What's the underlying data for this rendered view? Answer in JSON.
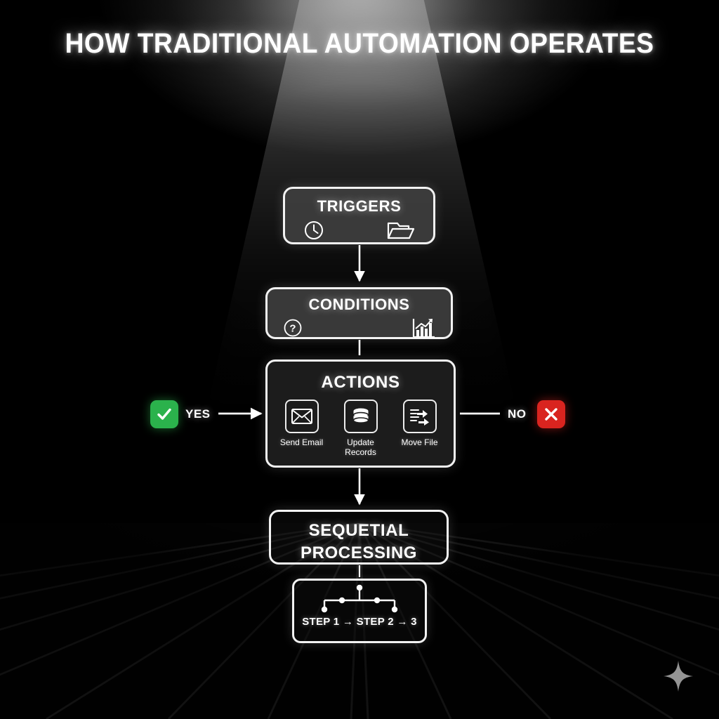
{
  "title": "HOW TRADITIONAL AUTOMATION OPERATES",
  "colors": {
    "background": "#000000",
    "box_border": "#f2f2f2",
    "box_fill": "#3e3e3e",
    "text": "#ffffff",
    "yes_green": "#2bb24c",
    "no_red": "#d9241f",
    "grid_line": "#d8d8d8"
  },
  "flow": {
    "triggers": {
      "label": "TRIGGERS",
      "icons": [
        {
          "name": "clock-icon"
        },
        {
          "name": "folder-icon"
        }
      ]
    },
    "conditions": {
      "label": "CONDITIONS",
      "icons": [
        {
          "name": "question-mark-circle-icon"
        },
        {
          "name": "bar-chart-trend-icon"
        }
      ]
    },
    "actions": {
      "label": "ACTIONS",
      "items": [
        {
          "label": "Send Email",
          "icon": "envelope-icon"
        },
        {
          "label": "Update Records",
          "icon": "database-icon"
        },
        {
          "label": "Move File",
          "icon": "move-file-arrow-icon"
        }
      ]
    },
    "sequential": {
      "line1": "SEQUETIAL",
      "line2": "PROCESSING"
    },
    "steps": {
      "text": "STEP 1  →  STEP 2 → 3",
      "nodes_count": 5
    }
  },
  "branches": {
    "yes": {
      "label": "YES",
      "icon": "check-mark-icon",
      "color": "#2bb24c"
    },
    "no": {
      "label": "NO",
      "icon": "cross-mark-icon",
      "color": "#d9241f"
    }
  },
  "watermark": {
    "icon": "sparkle-star-icon"
  }
}
